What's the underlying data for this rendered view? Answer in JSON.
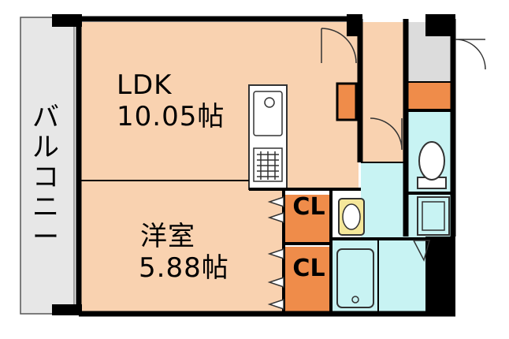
{
  "rooms": {
    "ldk": {
      "name": "LDK",
      "size": "10.05帖"
    },
    "western": {
      "name": "洋室",
      "size": "5.88帖"
    },
    "closet_top": {
      "label": "CL"
    },
    "closet_bottom": {
      "label": "CL"
    }
  },
  "balcony": {
    "label": "バルコニー"
  },
  "colors": {
    "room_floor": "#f9d2b0",
    "wet_area": "#c8f3f3",
    "closet": "#ef8c4a",
    "balcony": "#e7e7e7",
    "entrance": "#dcdcdc",
    "wall": "#000000"
  }
}
